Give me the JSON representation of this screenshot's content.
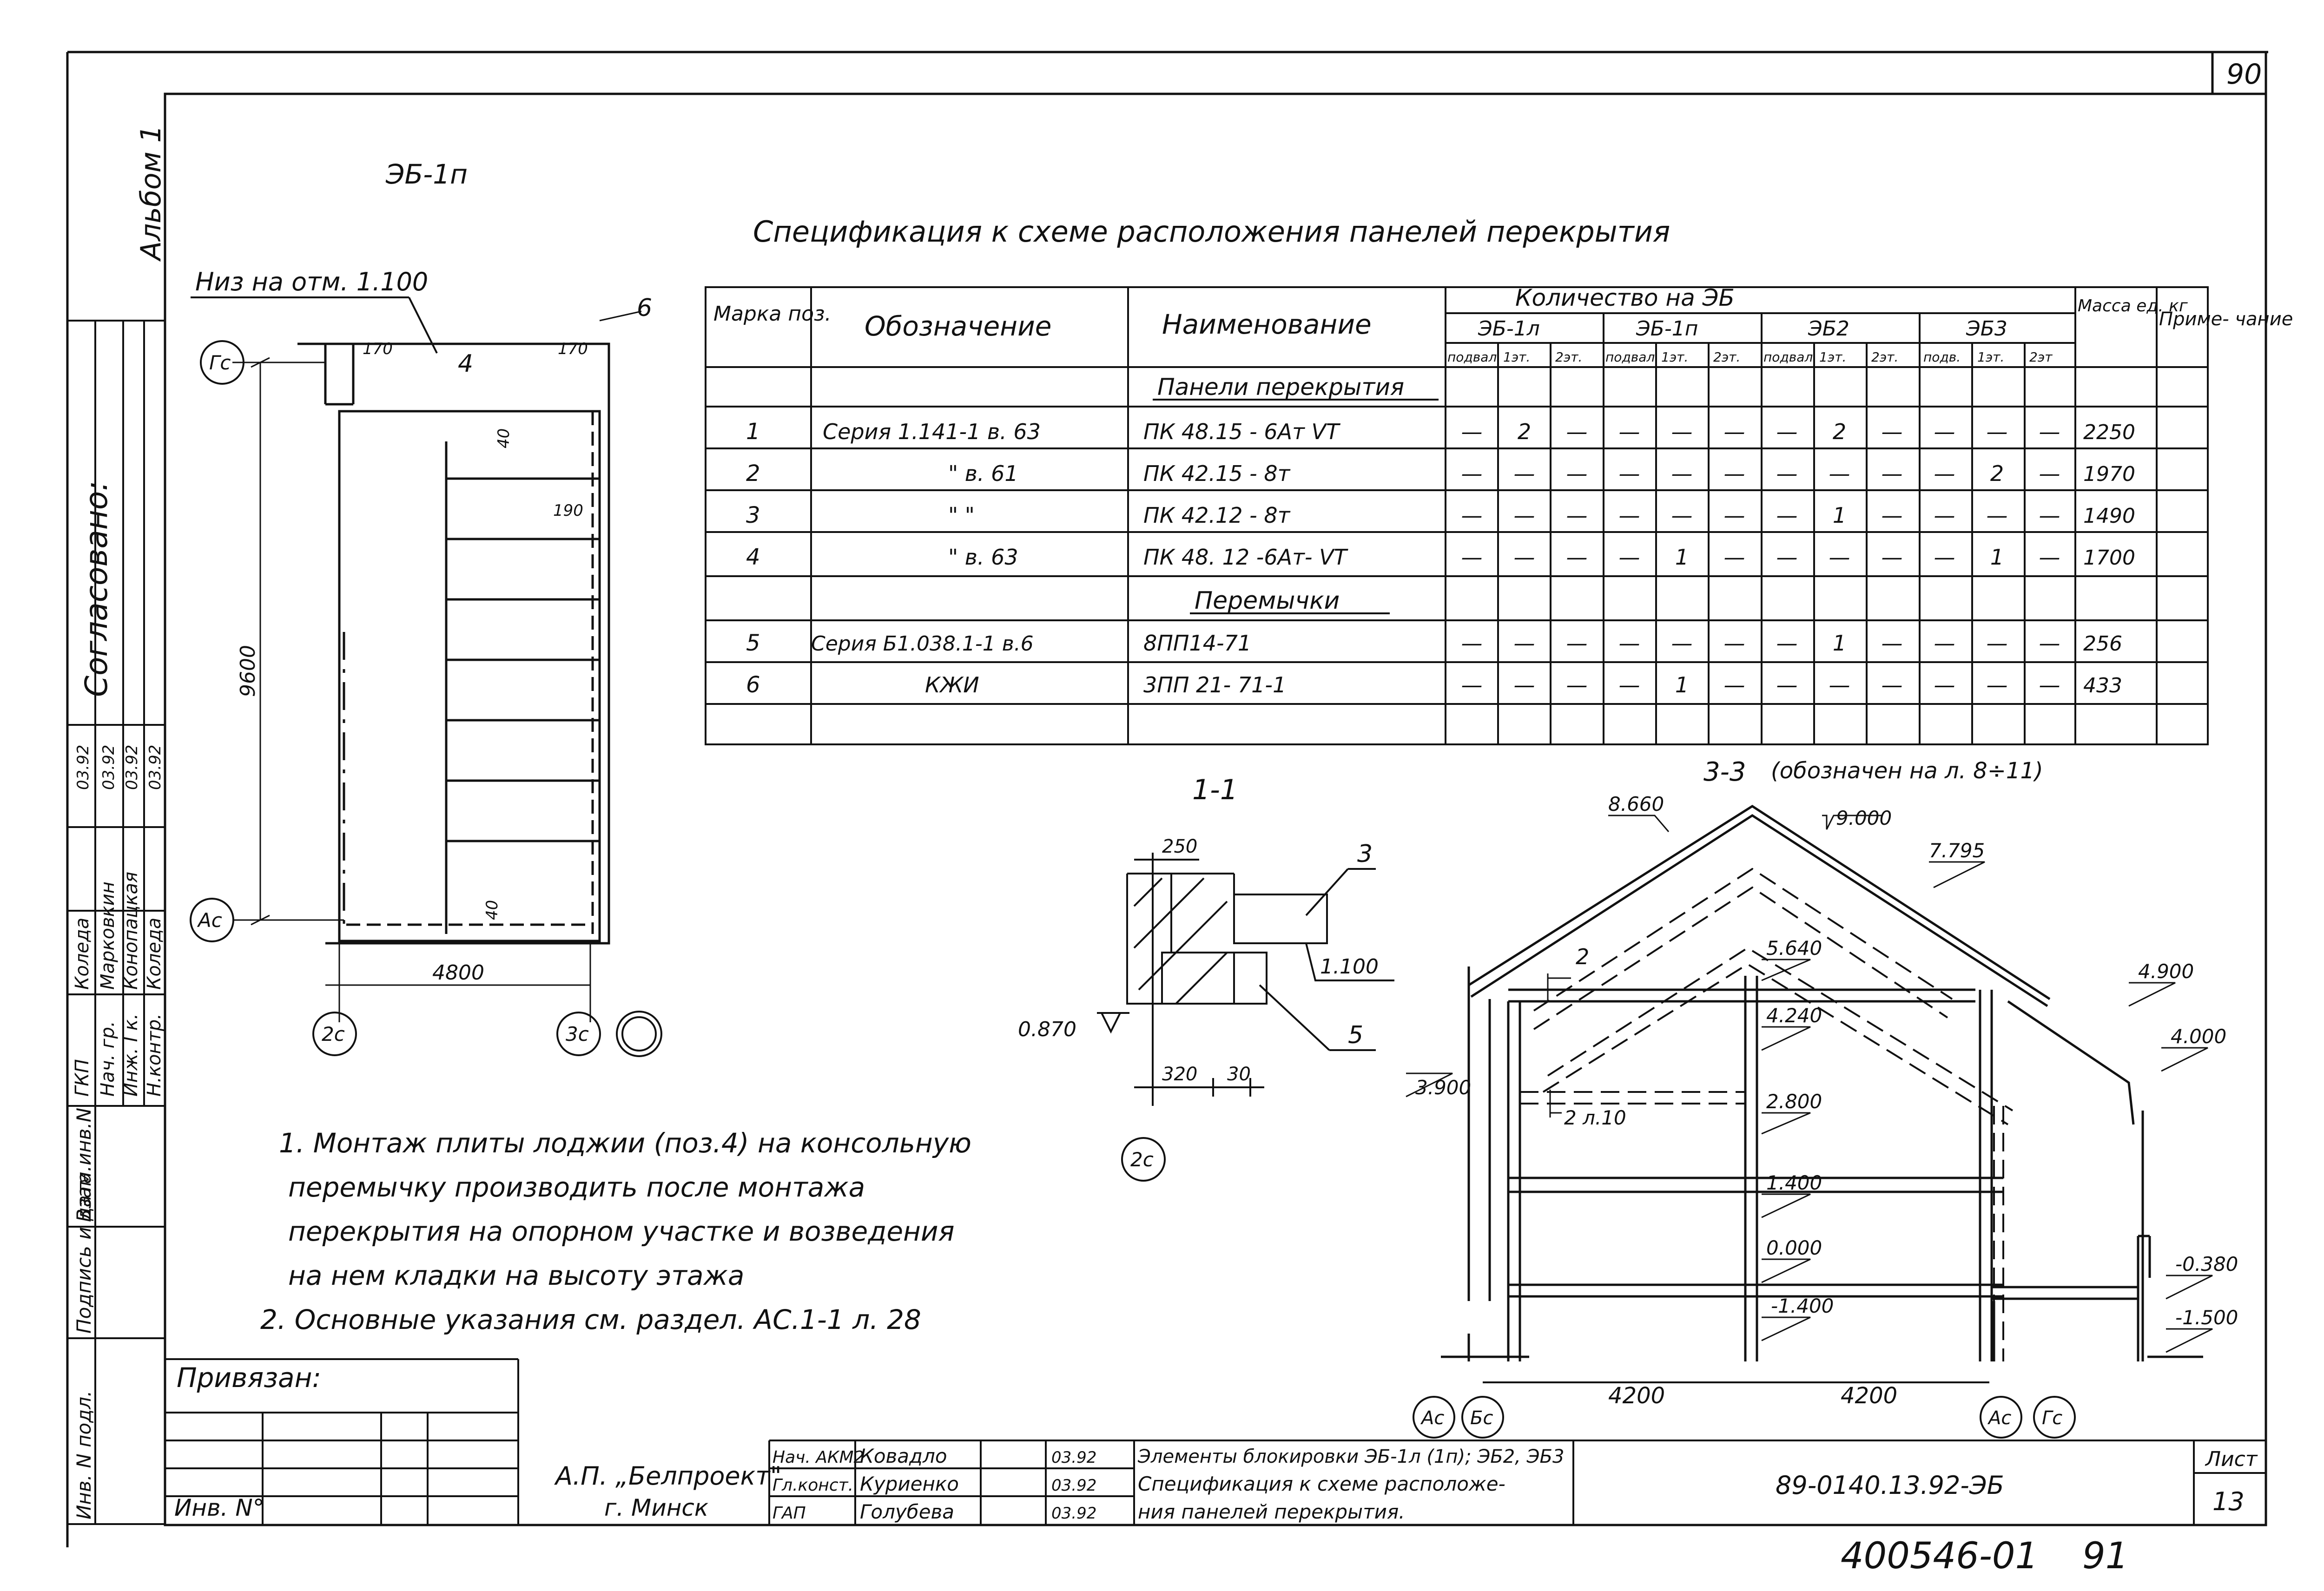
{
  "sheet_corner_number": "90",
  "album_label": "Альбом 1",
  "plan_title": "ЭБ-1п",
  "plan_note_level": "Низ на отм. 1.100",
  "plan_dims": {
    "d170_left": "170",
    "d170_right": "170",
    "d40_top": "40",
    "d190": "190",
    "d40_bottom": "40",
    "d9600": "9600",
    "d4800": "4800"
  },
  "plan_labels": {
    "panel4": "4",
    "callout6": "6",
    "axis_gc": "Гс",
    "axis_ac": "Ас",
    "axis_2c": "2с",
    "axis_3c": "3с"
  },
  "approval_block": {
    "title": "Согласовано:",
    "rows": [
      {
        "role": "ГКП",
        "name": "Коледа",
        "date": "03.92"
      },
      {
        "role": "Нач. гр.",
        "name": "Марковкин",
        "date": "03.92"
      },
      {
        "role": "Инж. I к.",
        "name": "Конопацкая",
        "date": "03.92"
      },
      {
        "role": "Н.контр.",
        "name": "Коледа",
        "date": "03.92"
      }
    ]
  },
  "left_stamp_fields": [
    "Взам.инв.N",
    "Подпись и дата",
    "Инв. N подл."
  ],
  "spec_title": "Спецификация к схеме расположения панелей перекрытия",
  "spec_table": {
    "headers": {
      "mark": "Марка поз.",
      "designation": "Обозначение",
      "name": "Наименование",
      "qty_group": "Количество на ЭБ",
      "mass": "Масса ед. кг",
      "note": "Приме- чание"
    },
    "blocks": [
      "ЭБ-1л",
      "ЭБ-1п",
      "ЭБ2",
      "ЭБ3"
    ],
    "floor_cols": [
      "подвал",
      "1эт.",
      "2эт.",
      "подвал",
      "1эт.",
      "2эт.",
      "подвал",
      "1эт.",
      "2эт.",
      "подв.",
      "1эт.",
      "2эт"
    ],
    "section_panels": "Панели перекрытия",
    "section_lintels": "Перемычки",
    "rows": [
      {
        "mark": "1",
        "designation": "Серия 1.141-1 в. 63",
        "name": "ПК 48.15 - 6Ат VТ",
        "qty": [
          "—",
          "2",
          "—",
          "—",
          "—",
          "—",
          "—",
          "2",
          "—",
          "—",
          "—",
          "—"
        ],
        "mass": "2250"
      },
      {
        "mark": "2",
        "designation": "\"  в. 61",
        "name": "ПК 42.15 - 8т",
        "qty": [
          "—",
          "—",
          "—",
          "—",
          "—",
          "—",
          "—",
          "—",
          "—",
          "—",
          "2",
          "—"
        ],
        "mass": "1970"
      },
      {
        "mark": "3",
        "designation": "\"  \"",
        "name": "ПК 42.12 - 8т",
        "qty": [
          "—",
          "—",
          "—",
          "—",
          "—",
          "—",
          "—",
          "1",
          "—",
          "—",
          "—",
          "—"
        ],
        "mass": "1490"
      },
      {
        "mark": "4",
        "designation": "\"  в. 63",
        "name": "ПК 48. 12 -6Ат- VТ",
        "qty": [
          "—",
          "—",
          "—",
          "—",
          "1",
          "—",
          "—",
          "—",
          "—",
          "—",
          "1",
          "—"
        ],
        "mass": "1700"
      },
      {
        "mark": "5",
        "designation": "Серия Б1.038.1-1 в.6",
        "name": "8ПП14-71",
        "qty": [
          "—",
          "—",
          "—",
          "—",
          "—",
          "—",
          "—",
          "1",
          "—",
          "—",
          "—",
          "—"
        ],
        "mass": "256"
      },
      {
        "mark": "6",
        "designation": "КЖИ",
        "name": "3ПП 21- 71-1",
        "qty": [
          "—",
          "—",
          "—",
          "—",
          "1",
          "—",
          "—",
          "—",
          "—",
          "—",
          "—",
          "—"
        ],
        "mass": "433"
      }
    ]
  },
  "section_1_1": {
    "title": "1-1",
    "d250": "250",
    "callout3": "3",
    "level_1100": "1.100",
    "level_0870": "0.870",
    "callout5": "5",
    "d320": "320",
    "d30": "30",
    "axis": "2с"
  },
  "section_3_3": {
    "title": "3-3",
    "subtitle": "(обозначен на л. 8÷11)",
    "levels": [
      "8.660",
      "9.000",
      "7.795",
      "5.640",
      "4.240",
      "2.800",
      "1.400",
      "0.000",
      "-1.400",
      "4.900",
      "4.000",
      "-0.380",
      "-1.500",
      "3.900"
    ],
    "callout2": "2",
    "ref_sheet": "2 л.10",
    "d4200_a": "4200",
    "d4200_b": "4200",
    "axes": [
      "Ас",
      "Бс",
      "Ас",
      "Гс"
    ]
  },
  "notes": [
    "1. Монтаж плиты лоджии (поз.4) на консольную",
    "перемычку производить после монтажа",
    "перекрытия на опорном участке и возведения",
    "на нем кладки на высоту этажа",
    "2. Основные указания см. раздел. АС.1-1 л. 28"
  ],
  "privyazan": "Привязан:",
  "inv_no": "Инв. N°",
  "title_block": {
    "org": "А.П. „Белпроект\"",
    "city": "г. Минск",
    "staff": [
      {
        "role": "Нач. АКМ2",
        "name": "Ковадло",
        "date": "03.92"
      },
      {
        "role": "Гл.конст.",
        "name": "Куриенко",
        "date": "03.92"
      },
      {
        "role": "ГАП",
        "name": "Голубева",
        "date": "03.92"
      }
    ],
    "desc1": "Элементы блокировки ЭБ-1л (1п); ЭБ2, ЭБ3",
    "desc2": "Спецификация к схеме расположе-",
    "desc3": "ния панелей перекрытия.",
    "code": "89-0140.13.92-ЭБ",
    "list_label": "Лист",
    "list_no": "13"
  },
  "bottom_numbers": {
    "archive": "400546-01",
    "page": "91"
  }
}
